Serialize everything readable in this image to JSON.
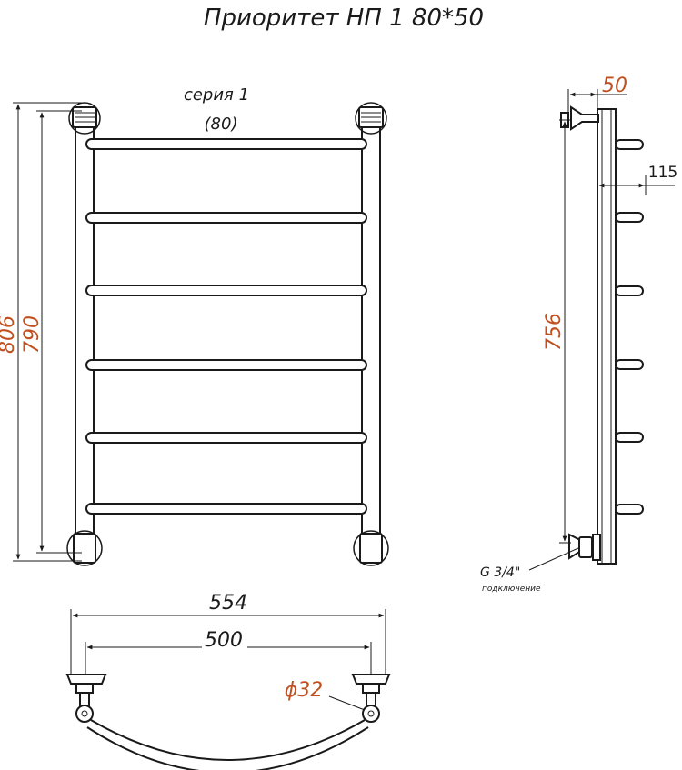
{
  "title": "Приоритет НП 1 80*50",
  "series_line1": "серия 1",
  "series_line2": "(80)",
  "dims": {
    "height_outer": "806",
    "height_inner": "790",
    "width_outer": "554",
    "width_inner": "500",
    "side_depth": "50",
    "side_offset": "115",
    "side_height": "756",
    "pipe_diameter": "ϕ32",
    "thread": "G 3/4\"",
    "connection": "подключение"
  },
  "colors": {
    "line": "#1a1a1a",
    "dimension_accent": "#c0501f"
  }
}
